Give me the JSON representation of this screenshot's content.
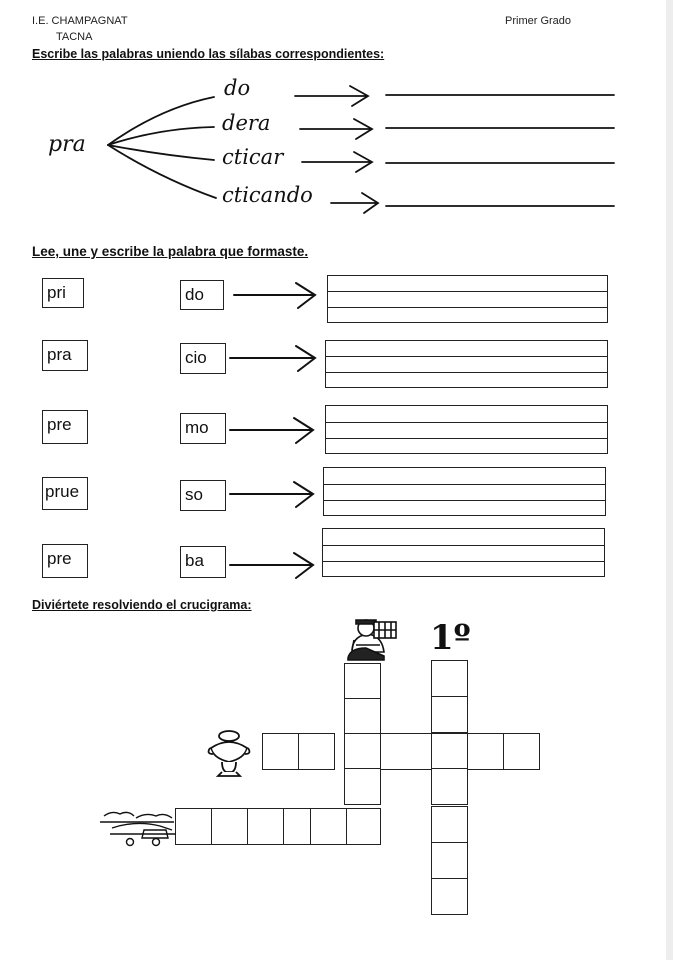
{
  "header": {
    "school": "I.E. CHAMPAGNAT",
    "city": "TACNA",
    "grade": "Primer Grado"
  },
  "section1": {
    "title": "Escribe las palabras uniendo las sílabas correspondientes:",
    "root": "pra",
    "endings": [
      "do",
      "dera",
      "cticar",
      "cticando"
    ]
  },
  "section2": {
    "title": "Lee, une y escribe la palabra que formaste.",
    "rows": [
      {
        "left": "pri",
        "right": "do"
      },
      {
        "left": "pra",
        "right": "cio"
      },
      {
        "left": "pre",
        "right": "mo"
      },
      {
        "left": "prue",
        "right": "so"
      },
      {
        "left": "pre",
        "right": "ba"
      }
    ]
  },
  "section3": {
    "title": "Diviértete resolviendo el crucigrama:",
    "number_label": "1º",
    "icons": [
      "worker-icon",
      "trophy-icon",
      "landscape-icon"
    ]
  }
}
